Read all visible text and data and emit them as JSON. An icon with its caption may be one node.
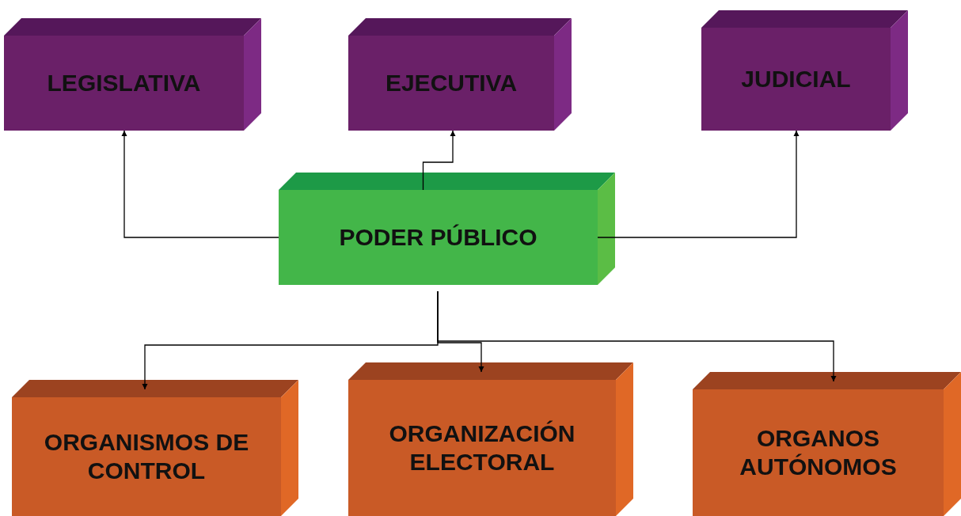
{
  "diagram": {
    "nodes": [
      {
        "text": [
          "PODER PÚBLICO"
        ]
      },
      {
        "text": [
          "LEGISLATIVA"
        ]
      },
      {
        "text": [
          "EJECUTIVA"
        ]
      },
      {
        "text": [
          "JUDICIAL"
        ]
      },
      {
        "text": [
          "ORGANISMOS DE CONTROL"
        ]
      },
      {
        "text": [
          "ORGANIZACIÓN ELECTORAL"
        ]
      },
      {
        "text": [
          "ORGANOS AUTÓNOMOS"
        ]
      }
    ],
    "edges": [
      {
        "from": 0,
        "to": 1,
        "arrow": "to"
      },
      {
        "from": 0,
        "to": 2,
        "arrow": "to"
      },
      {
        "from": 0,
        "to": 3,
        "arrow": "to"
      },
      {
        "from": 0,
        "to": 4,
        "arrow": "to"
      },
      {
        "from": 0,
        "to": 5,
        "arrow": "to"
      },
      {
        "from": 0,
        "to": 6,
        "arrow": "to"
      }
    ]
  }
}
